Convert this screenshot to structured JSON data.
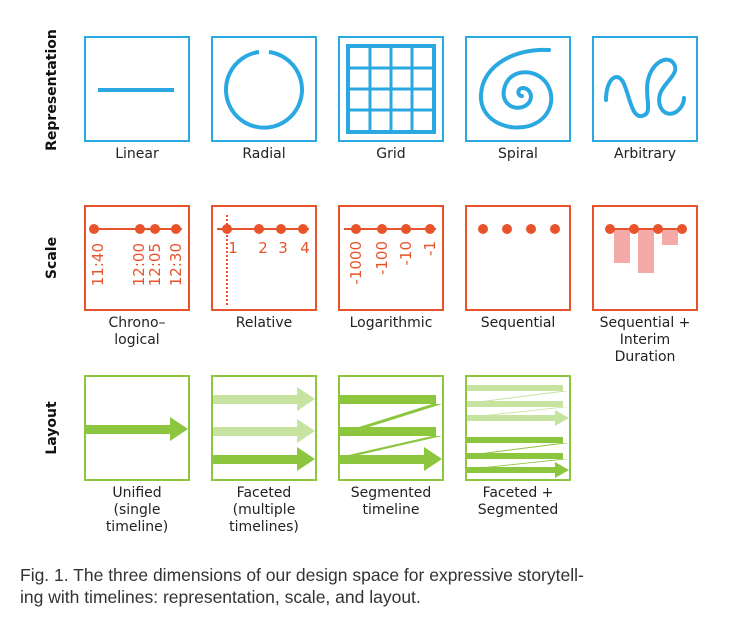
{
  "rows": {
    "representation": {
      "label": "Representation",
      "items": [
        {
          "lines": [
            "Linear"
          ]
        },
        {
          "lines": [
            "Radial"
          ]
        },
        {
          "lines": [
            "Grid"
          ]
        },
        {
          "lines": [
            "Spiral"
          ]
        },
        {
          "lines": [
            "Arbitrary"
          ]
        }
      ]
    },
    "scale": {
      "label": "Scale",
      "items": [
        {
          "lines": [
            "Chrono–",
            "logical"
          ],
          "ticks": [
            "11:40",
            "12:00",
            "12:05",
            "12:30"
          ]
        },
        {
          "lines": [
            "Relative"
          ],
          "ticks": [
            "1",
            "2",
            "3",
            "4"
          ]
        },
        {
          "lines": [
            "Logarithmic"
          ],
          "ticks": [
            "-1000",
            "-100",
            "-10",
            "-1"
          ]
        },
        {
          "lines": [
            "Sequential"
          ]
        },
        {
          "lines": [
            "Sequential +",
            "Interim",
            "Duration"
          ]
        }
      ]
    },
    "layout": {
      "label": "Layout",
      "items": [
        {
          "lines": [
            "Unified",
            "(single",
            "timeline)"
          ]
        },
        {
          "lines": [
            "Faceted",
            "(multiple",
            "timelines)"
          ]
        },
        {
          "lines": [
            "Segmented",
            "timeline"
          ]
        },
        {
          "lines": [
            "Faceted +",
            "Segmented"
          ]
        }
      ]
    }
  },
  "caption": {
    "line1": "Fig. 1. The three dimensions of our design space for expressive storytell-",
    "line2": "ing with timelines: representation, scale, and layout."
  },
  "colors": {
    "representation": "#2aa8e2",
    "scale": "#e8532b",
    "scale_bar": "#f4aaa8",
    "layout": "#8cc63f",
    "layout_light": "#c6e3a0"
  }
}
